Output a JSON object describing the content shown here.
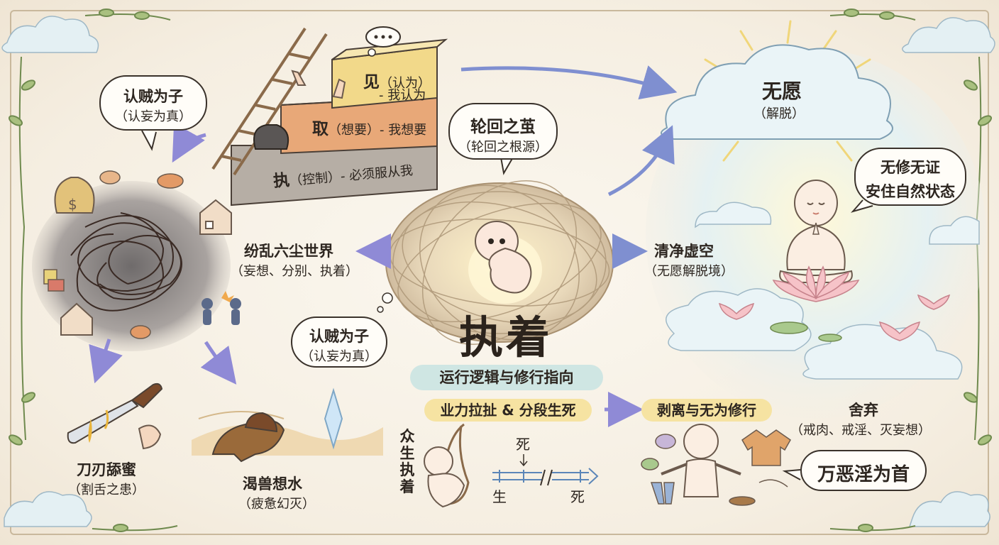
{
  "center": {
    "title": "执着",
    "subtitle": "运行逻辑与修行指向"
  },
  "top_bubble": {
    "title": "轮回之茧",
    "sub": "（轮回之根源）"
  },
  "steps": {
    "see": {
      "head": "见",
      "text": "（认为）",
      "sub": "- 我认为"
    },
    "take": {
      "head": "取",
      "text": "（想要）- 我想要"
    },
    "hold": {
      "head": "执",
      "text": "（控制）- 必须服从我"
    }
  },
  "left_top_bubble": {
    "title": "认贼为子",
    "sub": "（认妄为真）"
  },
  "left_mid_bubble": {
    "title": "认贼为子",
    "sub": "（认妄为真）"
  },
  "chaos": {
    "title": "纷乱六尘世界",
    "sub": "（妄想、分别、执着）"
  },
  "knife": {
    "title": "刀刃舔蜜",
    "sub": "（割舌之患）"
  },
  "beast": {
    "title": "渴兽想水",
    "sub": "（疲惫幻灭）"
  },
  "right_top": {
    "title": "无愿",
    "sub": "（解脱）"
  },
  "right_bubble": {
    "line1": "无修无证",
    "line2": "安住自然状态"
  },
  "pure": {
    "title": "清净虚空",
    "sub": "（无愿解脱境）"
  },
  "karma": {
    "label": "业力拉扯 & 分段生死"
  },
  "practice": {
    "label": "剥离与无为修行"
  },
  "renounce": {
    "title": "舍弃",
    "sub": "（戒肉、戒淫、灭妄想）"
  },
  "lust_bubble": {
    "label": "万恶淫为首"
  },
  "beings": {
    "vertical": "众生执着"
  },
  "timeline": {
    "death_top": "死",
    "birth": "生",
    "death": "死"
  },
  "colors": {
    "accent_teal": "#cfe6e3",
    "accent_yellow": "#f6e3a2",
    "arrow_purple": "#8f8ad6",
    "ink": "#2d2620"
  }
}
